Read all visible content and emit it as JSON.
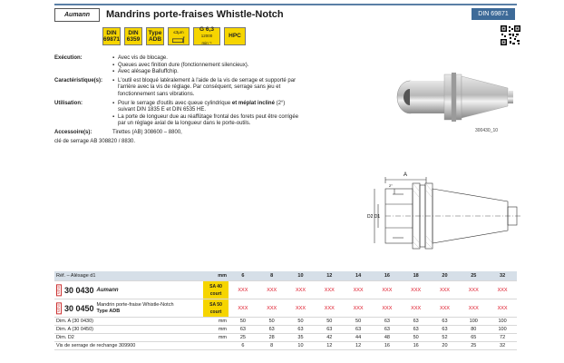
{
  "header": {
    "logo_text": "Aumann",
    "title": "Mandrins porte-fraises Whistle-Notch",
    "din": "DIN 69871"
  },
  "icons": [
    {
      "line1": "DIN",
      "line2": "69871"
    },
    {
      "line1": "DIN",
      "line2": "6359"
    },
    {
      "line1": "Type",
      "line2": "ADB"
    },
    {
      "line1": "≤3µm",
      "line2": ""
    },
    {
      "line1": "G 6,3",
      "line2": "12000 min⁻¹"
    },
    {
      "line1": "HPC",
      "line2": ""
    }
  ],
  "description": {
    "execution_label": "Exécution:",
    "execution_items": [
      "Avec vis de blocage.",
      "Queues avec finition dure (fonctionnement silencieux).",
      "Avec alésage Balluffchip."
    ],
    "features_label": "Caractéristique(s):",
    "features_items": [
      "L'outil est bloqué latéralement à l'aide de la vis de serrage et supporté par l'arrière avec la vis de réglage. Par conséquent, serrage sans jeu et fonctionnement sans vibrations."
    ],
    "usage_label": "Utilisation:",
    "usage_item1_a": "Pour le serrage d'outils avec queue cylindrique ",
    "usage_item1_b": "et méplat incliné",
    "usage_item1_c": " (2°) suivant DIN 1835 E et DIN 6535 HE.",
    "usage_item2": "La porte de longueur due au réaffûtage frontal des forets peut être corrigée par un réglage axial de la longueur dans le porte-outils.",
    "accessories_label": "Accessoire(s):",
    "accessories_line1": "Tirettes (AB) 308600 – 8800,",
    "accessories_line2": "clé de serrage AB 308820 / 8830."
  },
  "figure_label": "300430_10",
  "drawing_labels": {
    "a": "A",
    "d": "D2 D1",
    "angle": "2°"
  },
  "table": {
    "header_label": "Réf. – Alésage d1",
    "header_unit": "mm",
    "sizes": [
      "6",
      "8",
      "10",
      "12",
      "14",
      "16",
      "18",
      "20",
      "25",
      "32"
    ],
    "products": [
      {
        "tag": "NEW",
        "article": "30 0430",
        "sa": "SA 40 court"
      },
      {
        "tag": "NEW",
        "article": "30 0450",
        "sa": "SA 50 court"
      }
    ],
    "product_logo": "Aumann",
    "product_name": "Mandrin porte-fraise Whistle-Notch",
    "product_type": "Type ADB",
    "xxx": "XXX",
    "dims": [
      {
        "label": "Dim. A (30 0430)",
        "unit": "mm",
        "values": [
          "50",
          "50",
          "50",
          "50",
          "50",
          "63",
          "63",
          "63",
          "100",
          "100"
        ]
      },
      {
        "label": "Dim. A (30 0450)",
        "unit": "mm",
        "values": [
          "63",
          "63",
          "63",
          "63",
          "63",
          "63",
          "63",
          "63",
          "80",
          "100"
        ]
      },
      {
        "label": "Dim. D2",
        "unit": "mm",
        "values": [
          "25",
          "28",
          "35",
          "42",
          "44",
          "48",
          "50",
          "52",
          "65",
          "72"
        ]
      },
      {
        "label": "Vis de serrage de rechange 309900",
        "unit": "",
        "values": [
          "6",
          "8",
          "10",
          "12",
          "12",
          "16",
          "16",
          "20",
          "25",
          "32"
        ]
      }
    ]
  },
  "colors": {
    "accent": "#3d6a98",
    "yellow": "#f6d500",
    "red": "#d12"
  }
}
